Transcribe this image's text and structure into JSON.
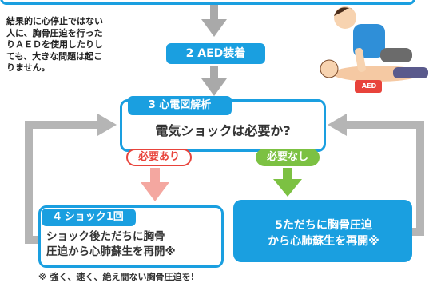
{
  "side_note": {
    "text": "結果的に心停止ではない\n人に、胸骨圧迫を行った\nりＡＥＤを使用したりし\nても、大きな問題は起こ\nりません。"
  },
  "steps": {
    "aed": "2 AED装着",
    "analysis_label": "3 心電図解析",
    "analysis_question": "電気ショックは必要か?",
    "need_yes": "必要あり",
    "need_no": "必要なし",
    "shock_label": "4 ショック1回",
    "shock_text": "ショック後ただちに胸骨\n圧迫から心肺蘇生を再開※",
    "cpr_text": "5ただちに胸骨圧迫\nから心肺蘇生を再開※"
  },
  "illustration": {
    "aed_tag": "AED"
  },
  "footnote": "※ 強く、速く、絶え間ない胸骨圧迫を!",
  "colors": {
    "blue": "#1a9fe0",
    "gray_arrow": "#a9a9a9",
    "red": "#e8433b",
    "pink_arrow": "#f4a7a0",
    "green": "#7cc142"
  }
}
